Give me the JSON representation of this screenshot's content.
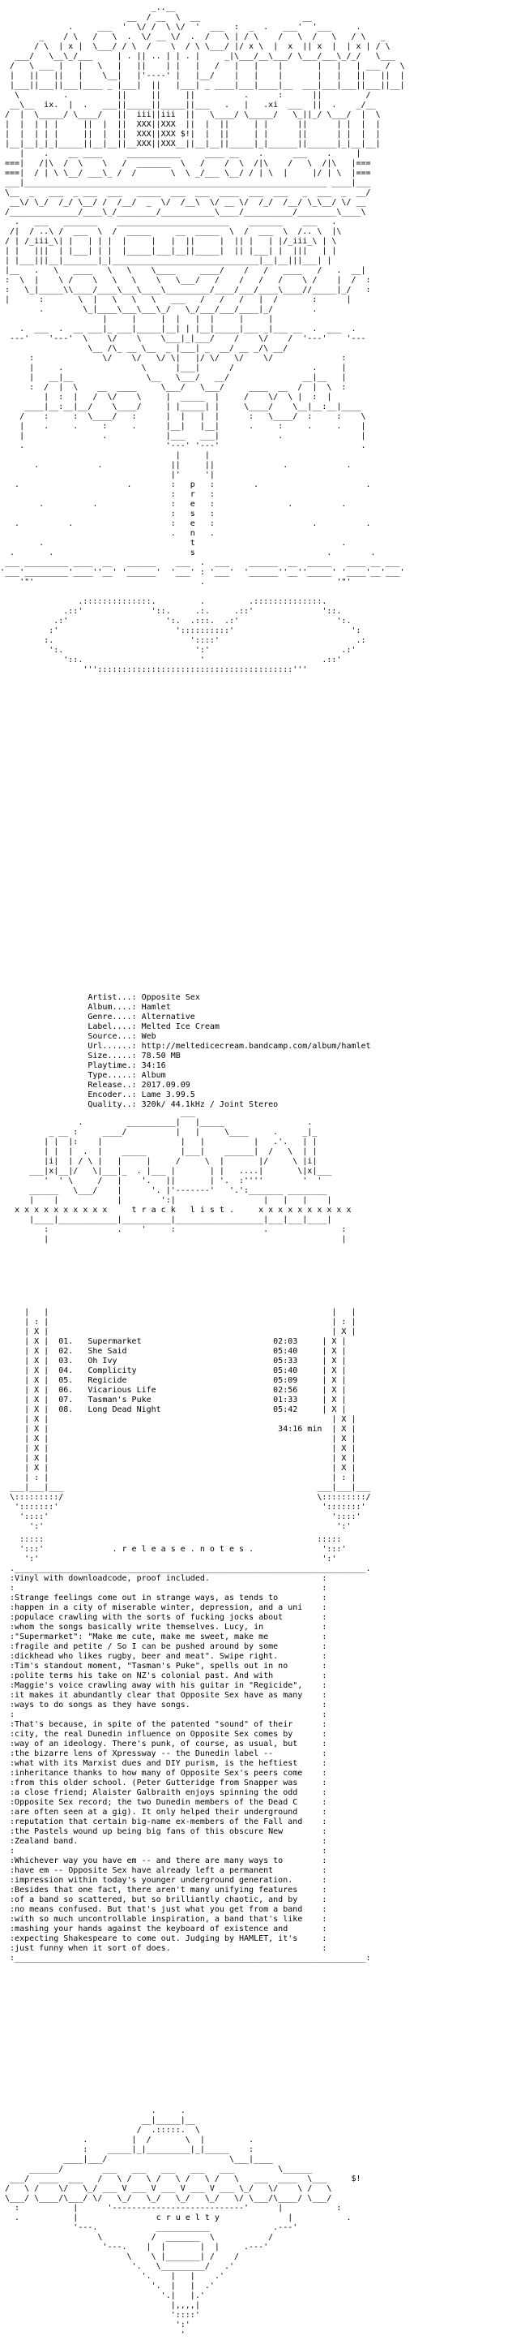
{
  "nfo": {
    "header_art": "",
    "meta": {
      "lines": [
        "                  Artist...: Opposite Sex",
        "                  Album....: Hamlet",
        "                  Genre....: Alternative",
        "                  Label....: Melted Ice Cream",
        "                  Source...: Web",
        "                  Url......: http://meltedicecream.bandcamp.com/album/hamlet",
        "                  Size.....: 78.50 MB",
        "                  Playtime.: 34:16",
        "                  Type.....: Album",
        "                  Release..: 2017.09.09",
        "                  Encoder..: Lame 3.99.5",
        "                  Quality..: 320k/ 44.1kHz / Joint Stereo"
      ]
    },
    "tracklist_heading": "t r a c k   l i s t .",
    "tracklist": {
      "tracks": [
        {
          "num": "01.",
          "title": "Supermarket",
          "time": "02:03"
        },
        {
          "num": "02.",
          "title": "She Said",
          "time": "05:40"
        },
        {
          "num": "03.",
          "title": "Oh Ivy",
          "time": "05:33"
        },
        {
          "num": "04.",
          "title": "Complicity",
          "time": "05:40"
        },
        {
          "num": "05.",
          "title": "Regicide",
          "time": "05:09"
        },
        {
          "num": "06.",
          "title": "Vicarious Life",
          "time": "02:56"
        },
        {
          "num": "07.",
          "title": "Tasman's Puke",
          "time": "01:33"
        },
        {
          "num": "08.",
          "title": "Long Dead Night",
          "time": "05:42"
        }
      ],
      "total": "34:16 min"
    },
    "notes_heading": ". r e l e a s e . n o t e s .",
    "notes": {
      "lines": [
        "Vinyl with downloadcode, proof included.",
        "",
        "Strange feelings come out in strange ways, as tends to",
        "happen in a city of miserable winter, depression, and a uni",
        "populace crawling with the sorts of fucking jocks about",
        "whom the songs basically write themselves. Lucy, in",
        "\"Supermarket\": \"Make me cute, make me sweet, make me",
        "fragile and petite / So I can be pushed around by some",
        "dickhead who likes rugby, beer and meat\". Swipe right.",
        "Tim's standout moment, \"Tasman's Puke\", spells out in no",
        "polite terms his take on NZ's colonial past. And with",
        "Maggie's voice crawling away with his guitar in \"Regicide\",",
        "it makes it abundantly clear that Opposite Sex have as many",
        "ways to do songs as they have songs.",
        "",
        "That's because, in spite of the patented \"sound\" of their",
        "city, the real Dunedin influence on Opposite Sex comes by",
        "way of an ideology. There's punk, of course, as usual, but",
        "the bizarre lens of Xpressway -- the Dunedin label --",
        "what with its Marxist dues and DIY purism, is the heftiest",
        "inheritance thanks to how many of Opposite Sex's peers come",
        "from this older school. (Peter Gutteridge from Snapper was",
        "a close friend; Alaister Galbraith enjoys spinning the odd",
        "Opposite Sex record; the two Dunedin members of the Dead C",
        "are often seen at a gig). It only helped their underground",
        "reputation that certain big-name ex-members of the Fall and",
        "the Pastels wound up being big fans of this obscure New",
        "Zealand band.",
        "",
        "Whichever way you have em -- and there are many ways to",
        "have em -- Opposite Sex have already left a permanent",
        "impression within today's younger underground generation.",
        "Besides that one fact, there aren't many unifying features",
        "of a band so scattered, but so brilliantly chaotic, and by",
        "no means confused. But that's just what you get from a band",
        "with so much uncontrollable inspiration, a band that's like",
        "mashing your hands against the keyboard of existence and",
        "expecting Shakespeare to come out. Judging by HAMLET, it's",
        "just funny when it sort of does."
      ]
    },
    "footer_caption": "c r u e l t y",
    "sig": "$!"
  }
}
